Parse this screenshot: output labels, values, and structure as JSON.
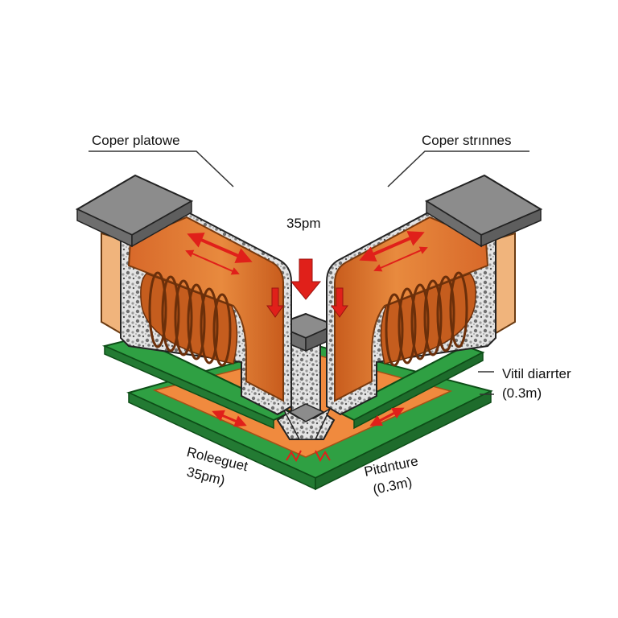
{
  "labels": {
    "top_left": "Coper platowe",
    "top_right": "Coper strınnes",
    "center_dimension": "35pm",
    "right_line1": "Vitil diarrter",
    "right_line2": "(0.3m)",
    "bottom_left_line1": "Roleeguet",
    "bottom_left_line2": "35pm)",
    "bottom_right_line1": "Pitdnture",
    "bottom_right_line2": "(0.3m)"
  },
  "colors": {
    "copper": "#e2772d",
    "copper_dark": "#b85418",
    "copper_side": "#f0b47c",
    "pcb_green": "#2fa043",
    "pcb_orange": "#f08a3e",
    "cap_gray": "#8c8c8c",
    "arrow_red": "#e0201a",
    "filler": "#d9d9d9"
  },
  "icons": {
    "flow_arrow": "red-double-arrow-icon",
    "down_arrow": "red-down-arrow-icon"
  }
}
